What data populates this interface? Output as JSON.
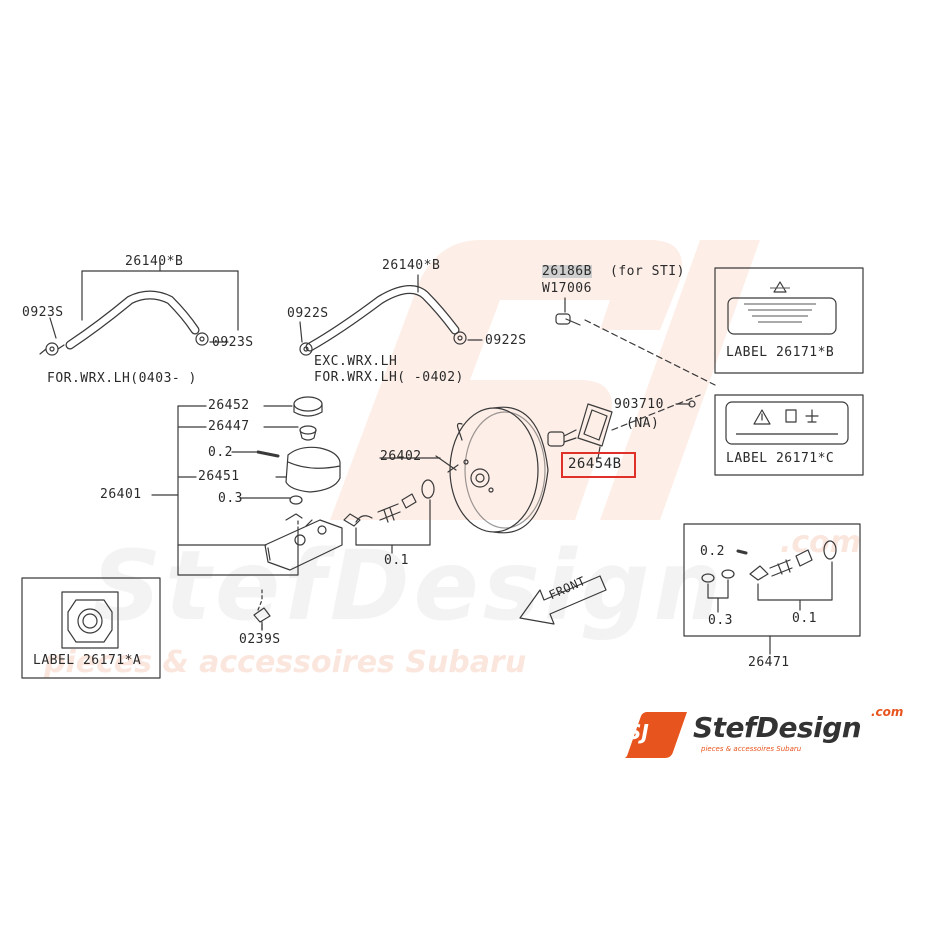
{
  "watermark": {
    "text": "StefDesign",
    "tagline": "pieces & accessoires Subaru",
    "domain": ".com"
  },
  "brand": {
    "logo_letters": "SJ",
    "name": "StefDesign",
    "domain": ".com",
    "tagline": "pieces & accessoires Subaru",
    "colors": {
      "orange": "#e8541e",
      "dark": "#333333"
    }
  },
  "labels": {
    "hose_left": "26140*B",
    "hose_right": "26140*B",
    "clip_0923s_a": "0923S",
    "clip_0923s_b": "0923S",
    "clip_0922s_a": "0922S",
    "clip_0922s_b": "0922S",
    "note_for_wrx_0403": "FOR.WRX.LH(0403-    )",
    "note_exc_wrx": "EXC.WRX.LH",
    "note_for_wrx_0402": "FOR.WRX.LH(    -0402)",
    "part_26186b": "26186B",
    "for_sti": "(for STI)",
    "part_w17006": "W17006",
    "part_903710": "903710",
    "note_na": "(NA)",
    "part_26454b": "26454B",
    "part_26402": "26402",
    "part_26452": "26452",
    "part_26447": "26447",
    "part_02": "0.2",
    "part_26451": "26451",
    "part_26401": "26401",
    "part_03": "0.3",
    "part_01": "0.1",
    "part_0239s": "0239S",
    "label_a": "LABEL 26171*A",
    "label_b": "LABEL 26171*B",
    "label_c": "LABEL 26171*C",
    "kit_02": "0.2",
    "kit_03": "0.3",
    "kit_01": "0.1",
    "part_26471": "26471",
    "front": "FRONT"
  }
}
